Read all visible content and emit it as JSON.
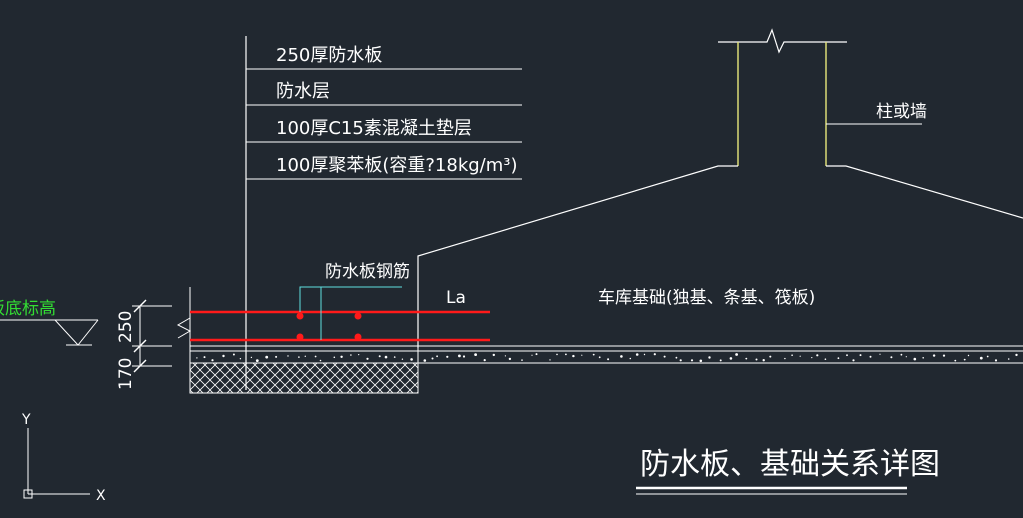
{
  "colors": {
    "background": "#212830",
    "line": "#ffffff",
    "rebar": "#ff1a1a",
    "column": "#e8e87a",
    "leader": "#5fe0e0",
    "elevation_text": "#33dd33"
  },
  "layers": {
    "l1": "250厚防水板",
    "l2": "防水层",
    "l3": "100厚C15素混凝土垫层",
    "l4": "100厚聚苯板(容重?18kg/m³)"
  },
  "labels": {
    "column_or_wall": "柱或墙",
    "slab_rebar": "防水板钢筋",
    "la": "La",
    "foundation": "车库基础(独基、条基、筏板)",
    "elevation": "板底标高",
    "title": "防水板、基础关系详图"
  },
  "dims": {
    "d250": "250",
    "d170": "170"
  },
  "ucs": {
    "y": "Y",
    "x": "X"
  }
}
